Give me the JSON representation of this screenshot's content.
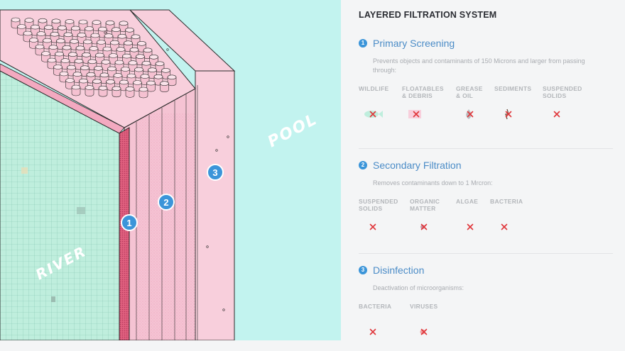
{
  "illustration": {
    "labels": {
      "river": "RIVER",
      "pool": "POOL"
    },
    "markers": [
      "1",
      "2",
      "3"
    ]
  },
  "panel": {
    "title": "LAYERED FILTRATION SYSTEM",
    "sections": [
      {
        "number": "1",
        "title": "Primary Screening",
        "description": "Prevents objects and contaminants of 150 Microns and larger from passing through:",
        "categories": [
          {
            "label": "WILDLIFE",
            "icon": "fish-icon"
          },
          {
            "label": "FLOATABLES\n& DEBRIS",
            "icon": "debris-icon"
          },
          {
            "label": "GREASE\n& OIL",
            "icon": "oil-drop-icon"
          },
          {
            "label": "SEDIMENTS",
            "icon": "sediment-icon"
          },
          {
            "label": "SUSPENDED\nSOLIDS",
            "icon": "solids-icon"
          }
        ]
      },
      {
        "number": "2",
        "title": "Secondary Filtration",
        "description": "Removes contaminants down to 1 Mrcron:",
        "categories": [
          {
            "label": "SUSPENDED\nSOLIDS",
            "icon": "solids-icon"
          },
          {
            "label": "ORGANIC\nMATTER",
            "icon": "organic-matter-icon"
          },
          {
            "label": "ALGAE",
            "icon": "algae-icon"
          },
          {
            "label": "BACTERIA",
            "icon": "bacteria-icon"
          }
        ]
      },
      {
        "number": "3",
        "title": "Disinfection",
        "description": "Deactivation of microorganisms:",
        "categories": [
          {
            "label": "BACTERIA",
            "icon": "bacteria-icon"
          },
          {
            "label": "VIRUSES",
            "icon": "virus-icon"
          }
        ]
      }
    ]
  },
  "colors": {
    "river": "#bfeedd",
    "pool": "#c2f3ef",
    "membrane": "#f8cfdc",
    "outline": "#2a2a2a",
    "accent_blue": "#3b95d9",
    "cross_red": "#e0363a"
  }
}
